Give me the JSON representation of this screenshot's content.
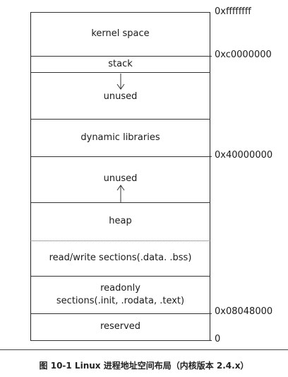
{
  "diagram": {
    "segments": [
      {
        "id": "kernel",
        "label": "kernel space"
      },
      {
        "id": "stack",
        "label": "stack"
      },
      {
        "id": "unused1",
        "label": "unused"
      },
      {
        "id": "dynlib",
        "label": "dynamic libraries"
      },
      {
        "id": "unused2",
        "label": "unused"
      },
      {
        "id": "heap",
        "label": "heap"
      },
      {
        "id": "rw",
        "label": "read/write sections(.data. .bss)"
      },
      {
        "id": "ro",
        "label": "readonly\nsections(.init, .rodata, .text)"
      },
      {
        "id": "reserved",
        "label": "reserved"
      }
    ],
    "addresses": {
      "top": "0xffffffff",
      "kernel_base": "0xc0000000",
      "shared_base": "0x40000000",
      "text_base": "0x08048000",
      "zero": "0"
    }
  },
  "caption": "图 10-1   Linux 进程地址空间布局（内核版本 2.4.x）"
}
